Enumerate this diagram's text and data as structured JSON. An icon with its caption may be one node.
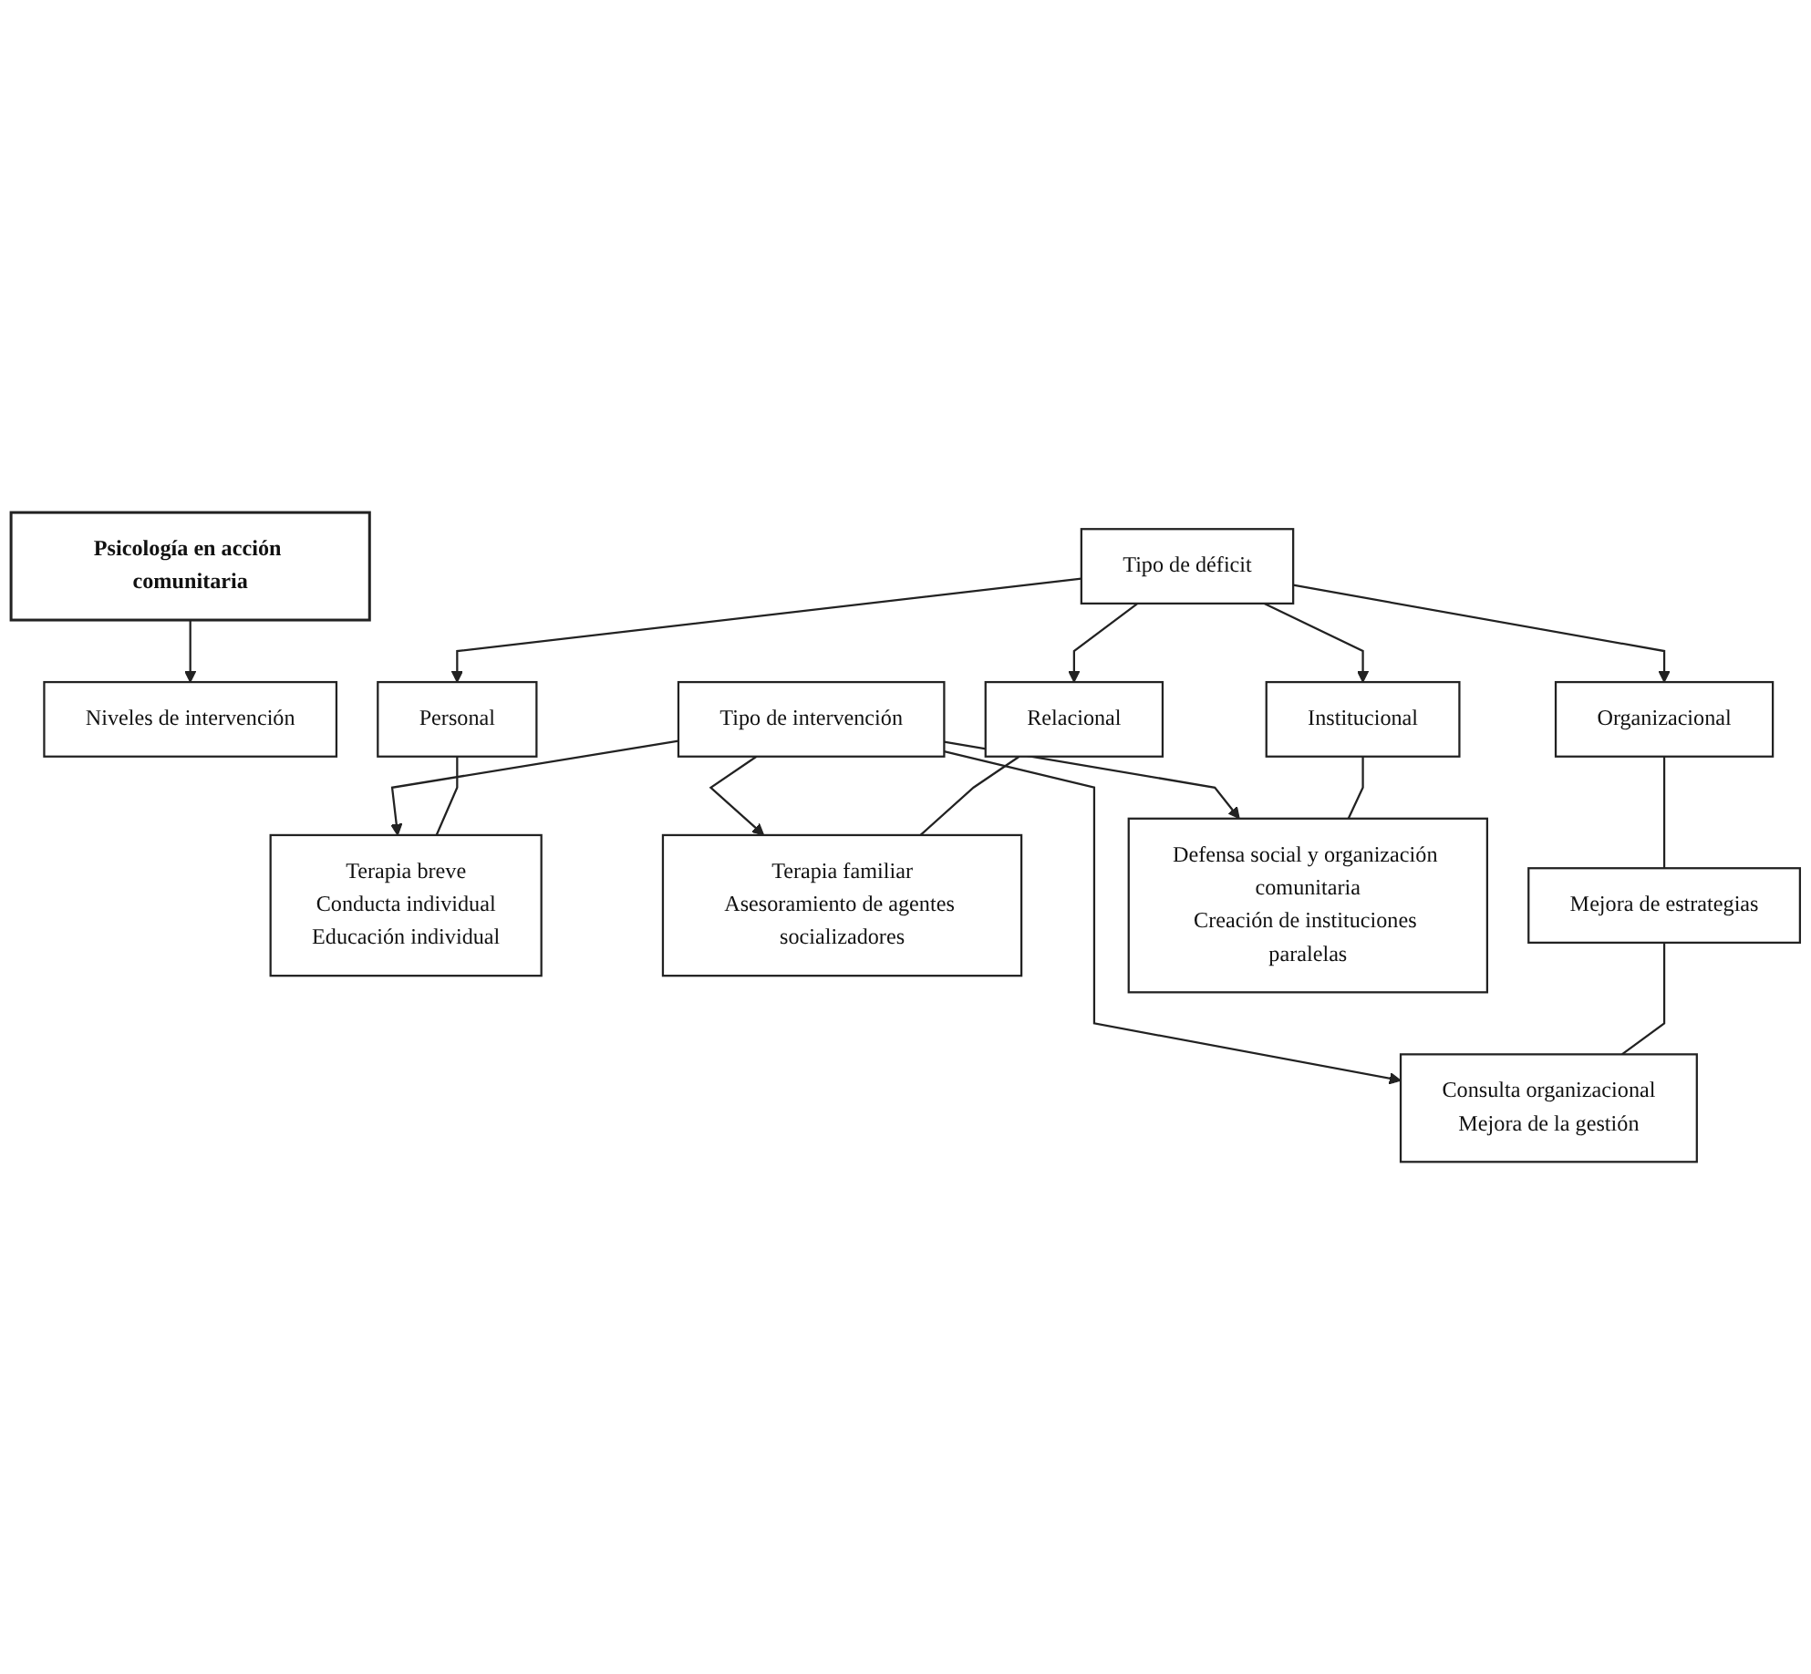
{
  "diagram": {
    "nodes": [
      {
        "text": [
          "Psicología en acción comunitaria"
        ]
      },
      {
        "text": [
          "Niveles de intervención"
        ]
      },
      {
        "text": [
          "Tipo de déficit"
        ]
      },
      {
        "text": [
          "Tipo de intervención"
        ]
      },
      {
        "text": [
          "Personal"
        ]
      },
      {
        "text": [
          "Terapia breve",
          "Conducta individual",
          "Educación individual"
        ]
      },
      {
        "text": [
          "Relacional"
        ]
      },
      {
        "text": [
          "Terapia familiar",
          "Asesoramiento de agentes socializadores"
        ]
      },
      {
        "text": [
          "Organizacional"
        ]
      },
      {
        "text": [
          "Mejora de estrategias"
        ]
      },
      {
        "text": [
          "Consulta organizacional",
          "Mejora de la gestión"
        ]
      },
      {
        "text": [
          "Institucional"
        ]
      },
      {
        "text": [
          "Defensa social y organización comunitaria",
          "Creación de instituciones paralelas"
        ]
      }
    ],
    "edges": [
      {
        "from": 0,
        "to": 1,
        "arrow": "to"
      },
      {
        "from": 2,
        "to": 4,
        "arrow": "to"
      },
      {
        "from": 2,
        "to": 6,
        "arrow": "to"
      },
      {
        "from": 2,
        "to": 8,
        "arrow": "to"
      },
      {
        "from": 2,
        "to": 11,
        "arrow": "to"
      },
      {
        "from": 4,
        "to": 5,
        "arrow": "none"
      },
      {
        "from": 3,
        "to": 5,
        "arrow": "to"
      },
      {
        "from": 6,
        "to": 7,
        "arrow": "none"
      },
      {
        "from": 3,
        "to": 7,
        "arrow": "to"
      },
      {
        "from": 8,
        "to": 9,
        "arrow": "none"
      },
      {
        "from": 9,
        "to": 10,
        "arrow": "none"
      },
      {
        "from": 3,
        "to": 10,
        "arrow": "to"
      },
      {
        "from": 11,
        "to": 12,
        "arrow": "none"
      },
      {
        "from": 3,
        "to": 12,
        "arrow": "to"
      }
    ]
  }
}
